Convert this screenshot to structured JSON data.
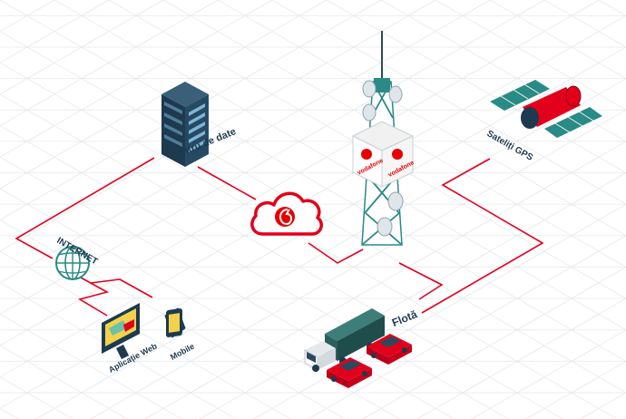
{
  "labels": {
    "datacenter": "Centru de date",
    "internet": "INTERNET",
    "web_app": "Aplicație Web",
    "mobile": "Mobile",
    "fleet": "Flotă",
    "satellites": "Sateliți GPS",
    "brand": "vodafone"
  },
  "colors": {
    "line": "#e3001b",
    "grid": "#e9ecef",
    "brand": "#e60000",
    "teal": "#2a8a85",
    "navy": "#1d3a4f"
  },
  "icons": [
    "server-rack-icon",
    "globe-icon",
    "cloud-icon",
    "cell-tower-icon",
    "satellite-icon",
    "truck-icon",
    "car-icon",
    "monitor-icon",
    "phone-icon"
  ]
}
